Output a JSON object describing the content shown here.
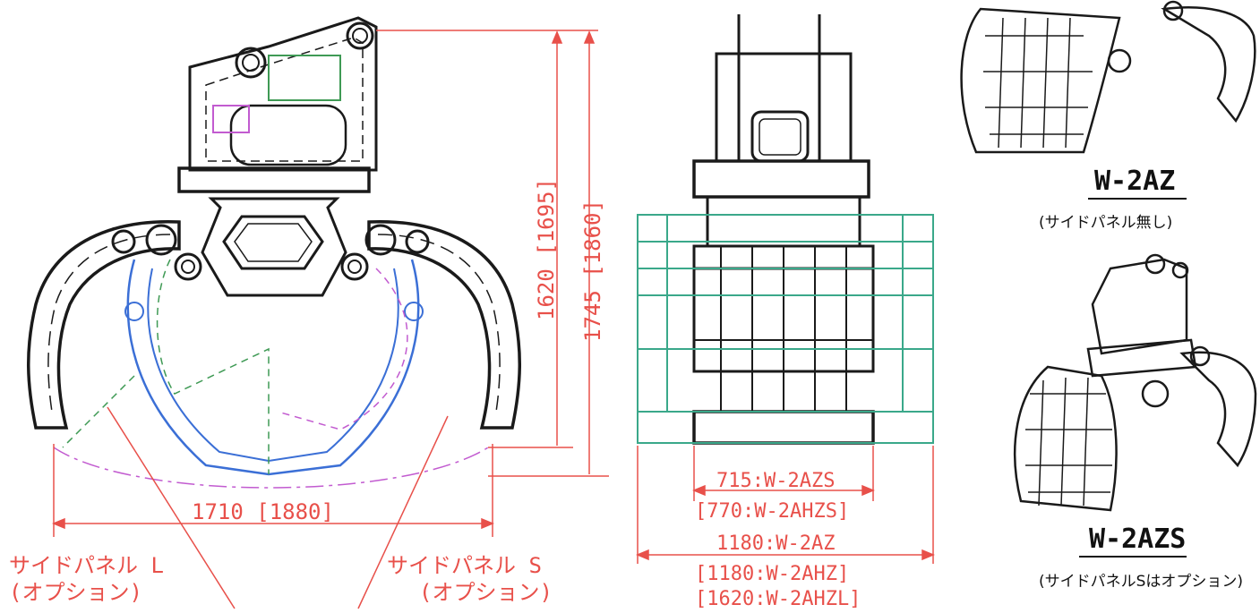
{
  "colors": {
    "dimension": "#e8504a",
    "line_black": "#1a1a1a",
    "option_blue": "#3b6fd6",
    "option_green": "#3f9a55",
    "option_magenta": "#c25bd0",
    "panel_teal": "#3aa88a"
  },
  "front_view": {
    "height_a": "1620 [1695]",
    "height_b": "1745 [1860]",
    "width": "1710 [1880]",
    "side_panel_l": [
      "サイドパネル L",
      "(オプション)"
    ],
    "side_panel_s": [
      "サイドパネル S",
      "(オプション)"
    ]
  },
  "side_view": {
    "width_lines": [
      "715:W-2AZS",
      "[770:W-2AHZS]",
      "1180:W-2AZ",
      "[1180:W-2AHZ]",
      "[1620:W-2AHZL]"
    ]
  },
  "models": [
    {
      "name": "W-2AZ",
      "note": "(サイドパネル無し)"
    },
    {
      "name": "W-2AZS",
      "note": "(サイドパネルSはオプション)"
    }
  ]
}
